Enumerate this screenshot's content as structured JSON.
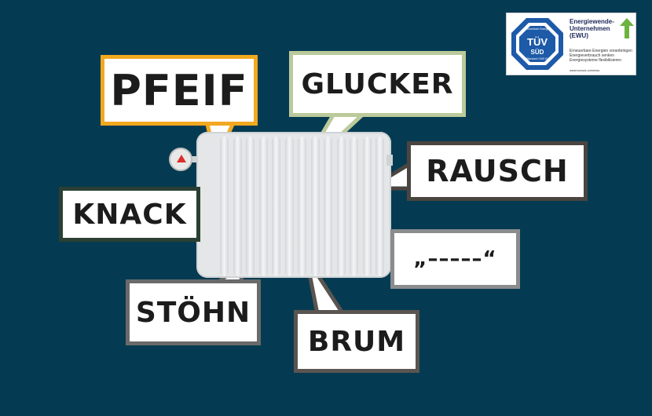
{
  "sounds": {
    "pfeif": "PFEIF",
    "glucker": "GLUCKER",
    "rausch": "RAUSCH",
    "knack": "KNACK",
    "dash": "„–––––“",
    "stoehn": "STÖHN",
    "brum": "BRUM"
  },
  "colors": {
    "background": "#053b52",
    "pfeif_border": "#f2a81f",
    "glucker_border": "#bcc99b",
    "rausch_border": "#4a4540",
    "knack_border": "#2b4032",
    "dash_border": "#8a8c8e",
    "stoehn_border": "#6a6a6a",
    "brum_border": "#5a5550",
    "valve_marker": "#d9302c"
  },
  "badge": {
    "seal_top": "Erneuerbare Energien",
    "seal_brand_top": "TÜV",
    "seal_brand_bottom": "SÜD",
    "seal_bottom": "Standard CMS 91",
    "title_line1": "Energiewende-",
    "title_line2": "Unternehmen",
    "title_line3": "(EWU)",
    "sub_line1": "Erneuerbare Energien voranbringen",
    "sub_line2": "Energieverbrauch senken",
    "sub_line3": "Energiesysteme flexibilisieren",
    "url": "www.tuvsud.com/ewu"
  },
  "icons": {
    "valve": "radiator-valve-icon",
    "arrow": "green-arrow-icon",
    "seal": "tuv-sud-seal-icon"
  }
}
